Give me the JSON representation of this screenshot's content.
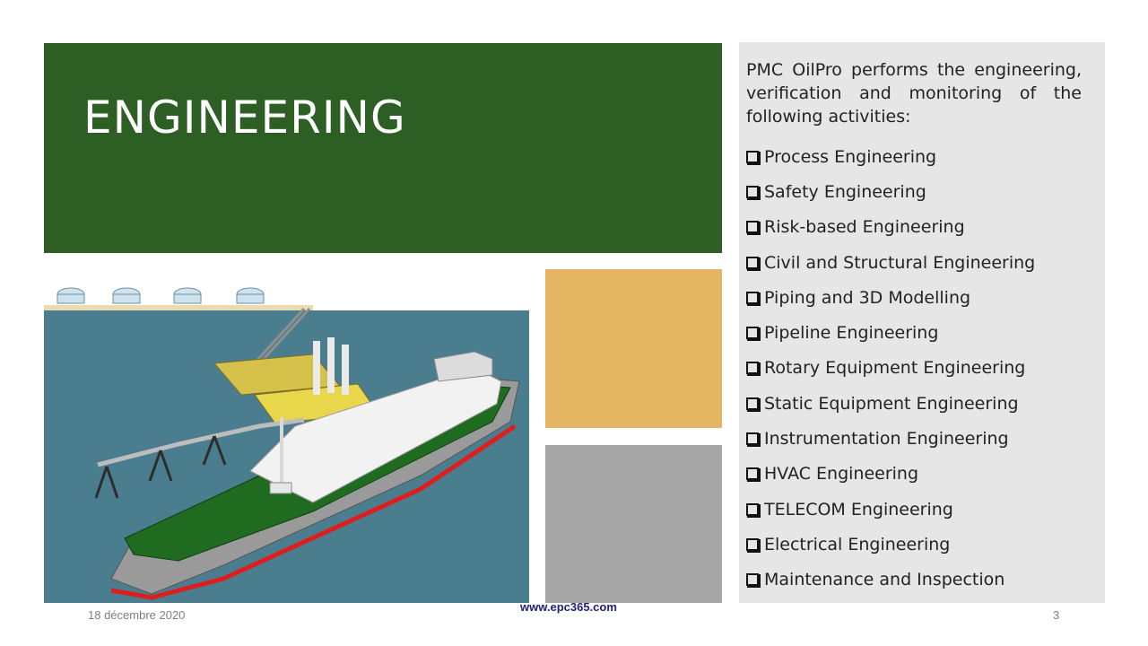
{
  "slide": {
    "title": "ENGINEERING",
    "intro": "PMC OilPro performs the engineering, verification and monitoring of the following activities:",
    "activities": [
      "Process Engineering",
      "Safety Engineering",
      "Risk-based Engineering",
      "Civil and Structural Engineering",
      "Piping and 3D Modelling",
      "Pipeline Engineering",
      "Rotary Equipment Engineering",
      "Static Equipment Engineering",
      "Instrumentation Engineering",
      "HVAC Engineering",
      "TELECOM Engineering",
      "Electrical Engineering",
      "Maintenance and Inspection"
    ]
  },
  "footer": {
    "date": "18 décembre 2020",
    "website": "www.epc365.com",
    "page_number": "3"
  },
  "colors": {
    "title_panel": "#2d5e23",
    "accent_gold": "#e4b563",
    "accent_grey": "#a6a6a6",
    "text_panel": "#e6e6e6",
    "water": "#4a7d8e"
  }
}
